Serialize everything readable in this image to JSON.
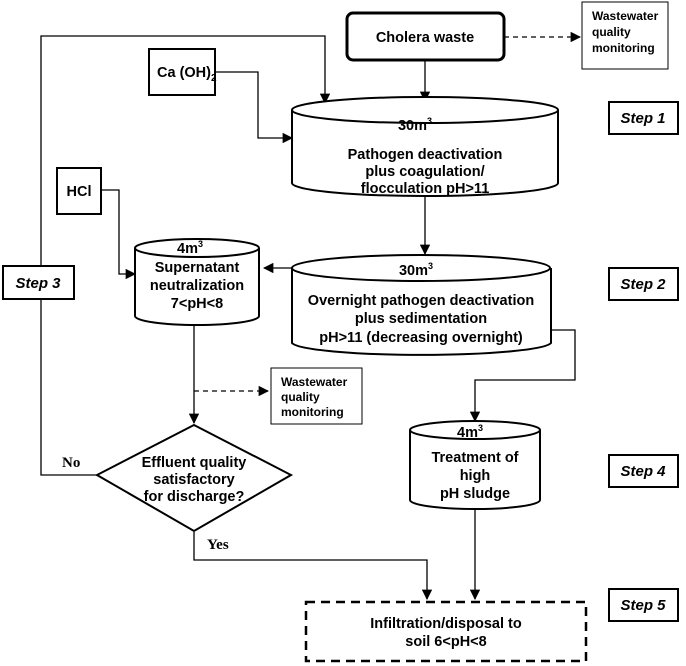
{
  "nodes": {
    "cholera_waste": "Cholera waste",
    "wwqm_top": [
      "Wastewater",
      "quality",
      "monitoring"
    ],
    "caoh2_main": "Ca (OH)",
    "caoh2_sub": "2",
    "hcl": "HCl",
    "tank1": {
      "volume": "30m",
      "sup": "3",
      "lines": [
        "Pathogen deactivation",
        "plus coagulation/",
        "flocculation pH>11"
      ]
    },
    "tank2": {
      "volume": "30m",
      "sup": "3",
      "lines": [
        "Overnight pathogen deactivation",
        "plus sedimentation",
        "pH>11 (decreasing overnight)"
      ]
    },
    "tank3": {
      "volume": "4m",
      "sup": "3",
      "lines": [
        "Supernatant",
        "neutralization",
        "7<pH<8"
      ]
    },
    "tank4": {
      "volume": "4m",
      "sup": "3",
      "lines": [
        "Treatment of",
        "high",
        "pH sludge"
      ]
    },
    "wwqm_mid": [
      "Wastewater",
      "quality",
      "monitoring"
    ],
    "decision": [
      "Effluent quality",
      "satisfactory",
      "for discharge?"
    ],
    "disposal": [
      "Infiltration/disposal to",
      "soil 6<pH<8"
    ]
  },
  "edge_labels": {
    "no": "No",
    "yes": "Yes"
  },
  "steps": {
    "step1": "Step 1",
    "step2": "Step 2",
    "step3": "Step 3",
    "step4": "Step 4",
    "step5": "Step 5"
  }
}
